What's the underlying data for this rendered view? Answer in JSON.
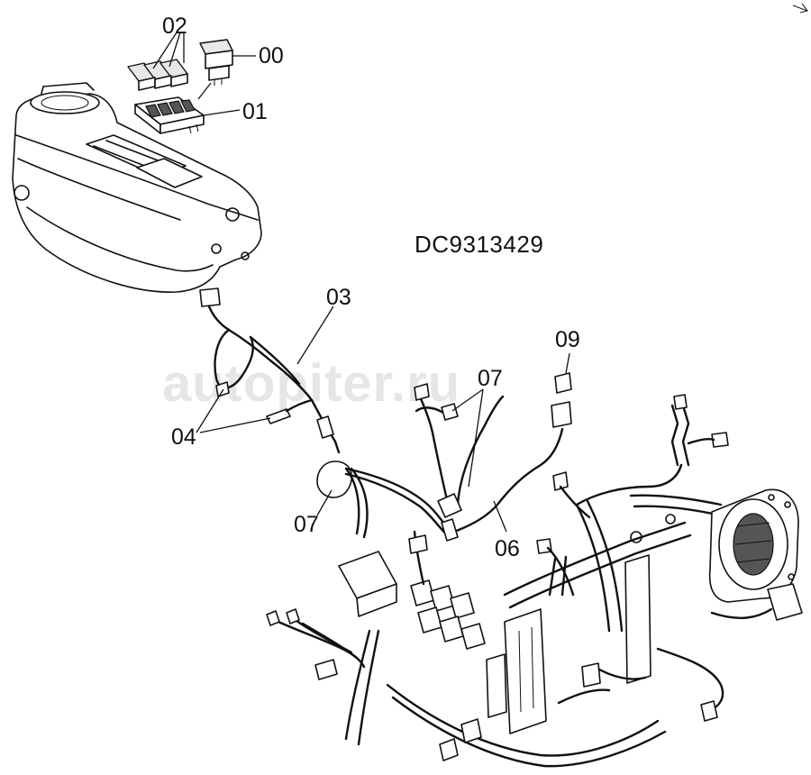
{
  "drawing_number": "DC9313429",
  "watermark": "autopiter.ru",
  "callouts": {
    "c00": "00",
    "c01": "01",
    "c02": "02",
    "c03": "03",
    "c04": "04",
    "c06": "06",
    "c07a": "07",
    "c07b": "07",
    "c09": "09"
  }
}
